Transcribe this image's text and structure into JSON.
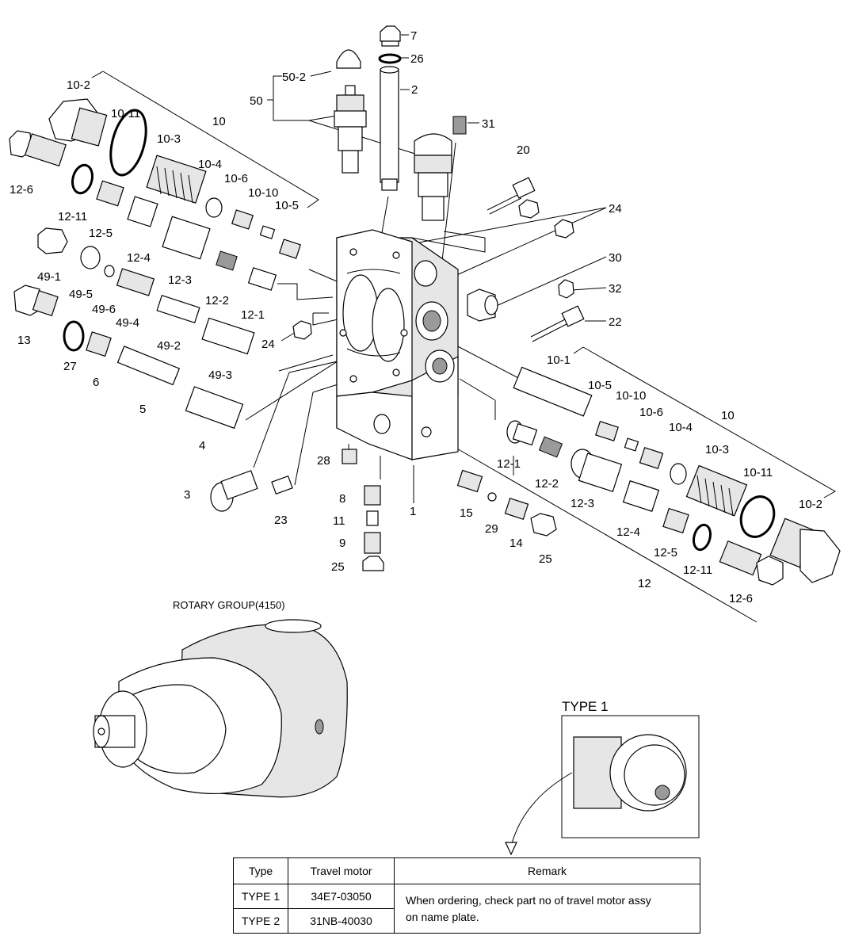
{
  "callouts": {
    "l_7": "7",
    "l_26": "26",
    "l_50_2": "50-2",
    "l_50": "50",
    "l_2": "2",
    "l_31": "31",
    "l_20": "20",
    "l_24a": "24",
    "l_30": "30",
    "l_32": "32",
    "l_22": "22",
    "l_24b": "24",
    "l_10a": "10",
    "l_10_2a": "10-2",
    "l_10_11a": "10-11",
    "l_10_3a": "10-3",
    "l_10_4a": "10-4",
    "l_10_6a": "10-6",
    "l_10_10a": "10-10",
    "l_10_5a": "10-5",
    "l_12_6a": "12-6",
    "l_12_11a": "12-11",
    "l_12_5a": "12-5",
    "l_12_4a": "12-4",
    "l_12_3a": "12-3",
    "l_12_2a": "12-2",
    "l_12_1a": "12-1",
    "l_49_1": "49-1",
    "l_49_5": "49-5",
    "l_49_6": "49-6",
    "l_49_4": "49-4",
    "l_49_2": "49-2",
    "l_49_3": "49-3",
    "l_13": "13",
    "l_27": "27",
    "l_6": "6",
    "l_5": "5",
    "l_4": "4",
    "l_3": "3",
    "l_28": "28",
    "l_23": "23",
    "l_8": "8",
    "l_11": "11",
    "l_9": "9",
    "l_25a": "25",
    "l_1": "1",
    "l_15": "15",
    "l_29": "29",
    "l_14": "14",
    "l_25b": "25",
    "l_10_1": "10-1",
    "l_10_5b": "10-5",
    "l_10_10b": "10-10",
    "l_10_6b": "10-6",
    "l_10_4b": "10-4",
    "l_10b": "10",
    "l_10_3b": "10-3",
    "l_10_11b": "10-11",
    "l_10_2b": "10-2",
    "l_12_1b": "12-1",
    "l_12_2b": "12-2",
    "l_12_3b": "12-3",
    "l_12_4b": "12-4",
    "l_12_5b": "12-5",
    "l_12_11b": "12-11",
    "l_12b": "12",
    "l_12_6b": "12-6"
  },
  "rotary_group_label": "ROTARY GROUP(4150)",
  "type1_label": "TYPE 1",
  "table": {
    "headers": [
      "Type",
      "Travel motor",
      "Remark"
    ],
    "rows": [
      {
        "type": "TYPE 1",
        "motor": "34E7-03050"
      },
      {
        "type": "TYPE 2",
        "motor": "31NB-40030"
      }
    ],
    "remark_line1": "When ordering, check part no of travel motor assy",
    "remark_line2": "on name plate."
  }
}
